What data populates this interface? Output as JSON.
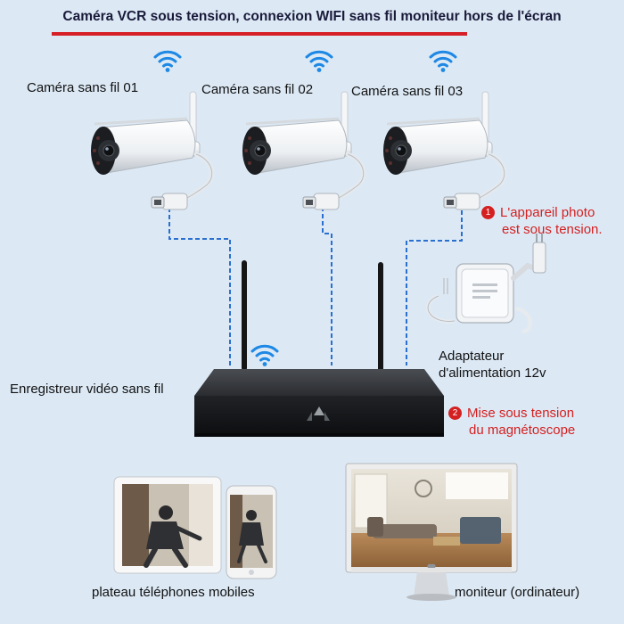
{
  "title": "Caméra VCR sous tension, connexion WIFI sans fil moniteur hors de l'écran",
  "cameras": [
    {
      "label": "Caméra sans fil 01"
    },
    {
      "label": "Caméra sans fil 02"
    },
    {
      "label": "Caméra sans fil 03"
    }
  ],
  "step1": {
    "number": "1",
    "line1": "L'appareil photo",
    "line2": "est sous tension."
  },
  "adapter": {
    "line1": "Adaptateur",
    "line2": "d'alimentation 12v"
  },
  "nvr": {
    "label": "Enregistreur vidéo sans fil"
  },
  "step2": {
    "number": "2",
    "line1": "Mise sous tension",
    "line2": "du magnétoscope"
  },
  "devices": {
    "tablet_phone_label": "plateau  téléphones mobiles",
    "monitor_label": "moniteur (ordinateur)"
  },
  "colors": {
    "accent_red": "#d61f26",
    "wifi_blue": "#1e88e5",
    "cable_blue": "#2a6fd0",
    "background": "#dce9f5"
  },
  "icons": [
    "wifi-icon",
    "camera-icon",
    "nvr-icon",
    "power-adapter-icon",
    "tablet-icon",
    "phone-icon",
    "monitor-icon"
  ]
}
